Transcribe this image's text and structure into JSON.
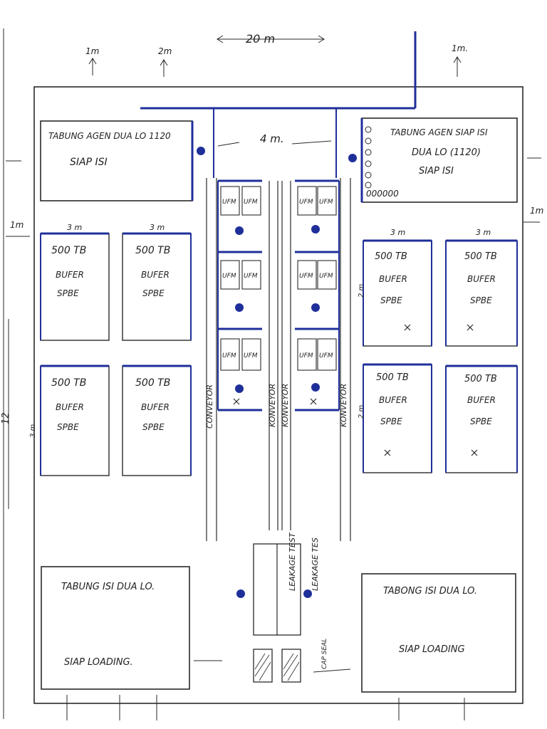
{
  "dimensions": {
    "top_width": "20 m",
    "aisle_width": "4 m.",
    "margin_1m": "1m",
    "margin_2m": "2m",
    "margin_1m_right": "1m.",
    "buffer_width": "3 m",
    "side_length": "12",
    "side_3m": "3 m",
    "side_2m_a": "2 m",
    "side_2m_b": "2 m"
  },
  "areas": {
    "top_left": {
      "line1": "TABUNG AGEN DUA LO 1120",
      "line2": "SIAP ISI"
    },
    "top_right": {
      "line1": "TABUNG AGEN SIAP ISI",
      "line2": "DUA LO (1120)",
      "line3": "SIAP ISI",
      "counter": "000000"
    },
    "bottom_left": {
      "line1": "TABUNG ISI DUA LO.",
      "line2": "SIAP LOADING."
    },
    "bottom_right": {
      "line1": "TABONG ISI DUA LO.",
      "line2": "SIAP LOADING"
    }
  },
  "buffers": {
    "label_top": "500 TB",
    "label_top_alt": "500 TB",
    "line2": "BUFER",
    "line3": "SPBE"
  },
  "machines": {
    "ufm_label": "UFM"
  },
  "conveyors": {
    "left": "CONVEYOR",
    "center_a": "KONVEYOR",
    "center_b": "KONVEYOR",
    "right": "KONVEYOR"
  },
  "leak_test": {
    "a": "LEAKAGE TEST",
    "b": "LEAKAGE TES",
    "seal": "CAP SEAL"
  },
  "colors": {
    "ink_blue": "#1f2f9a",
    "ink_black": "#2a2a2a"
  }
}
